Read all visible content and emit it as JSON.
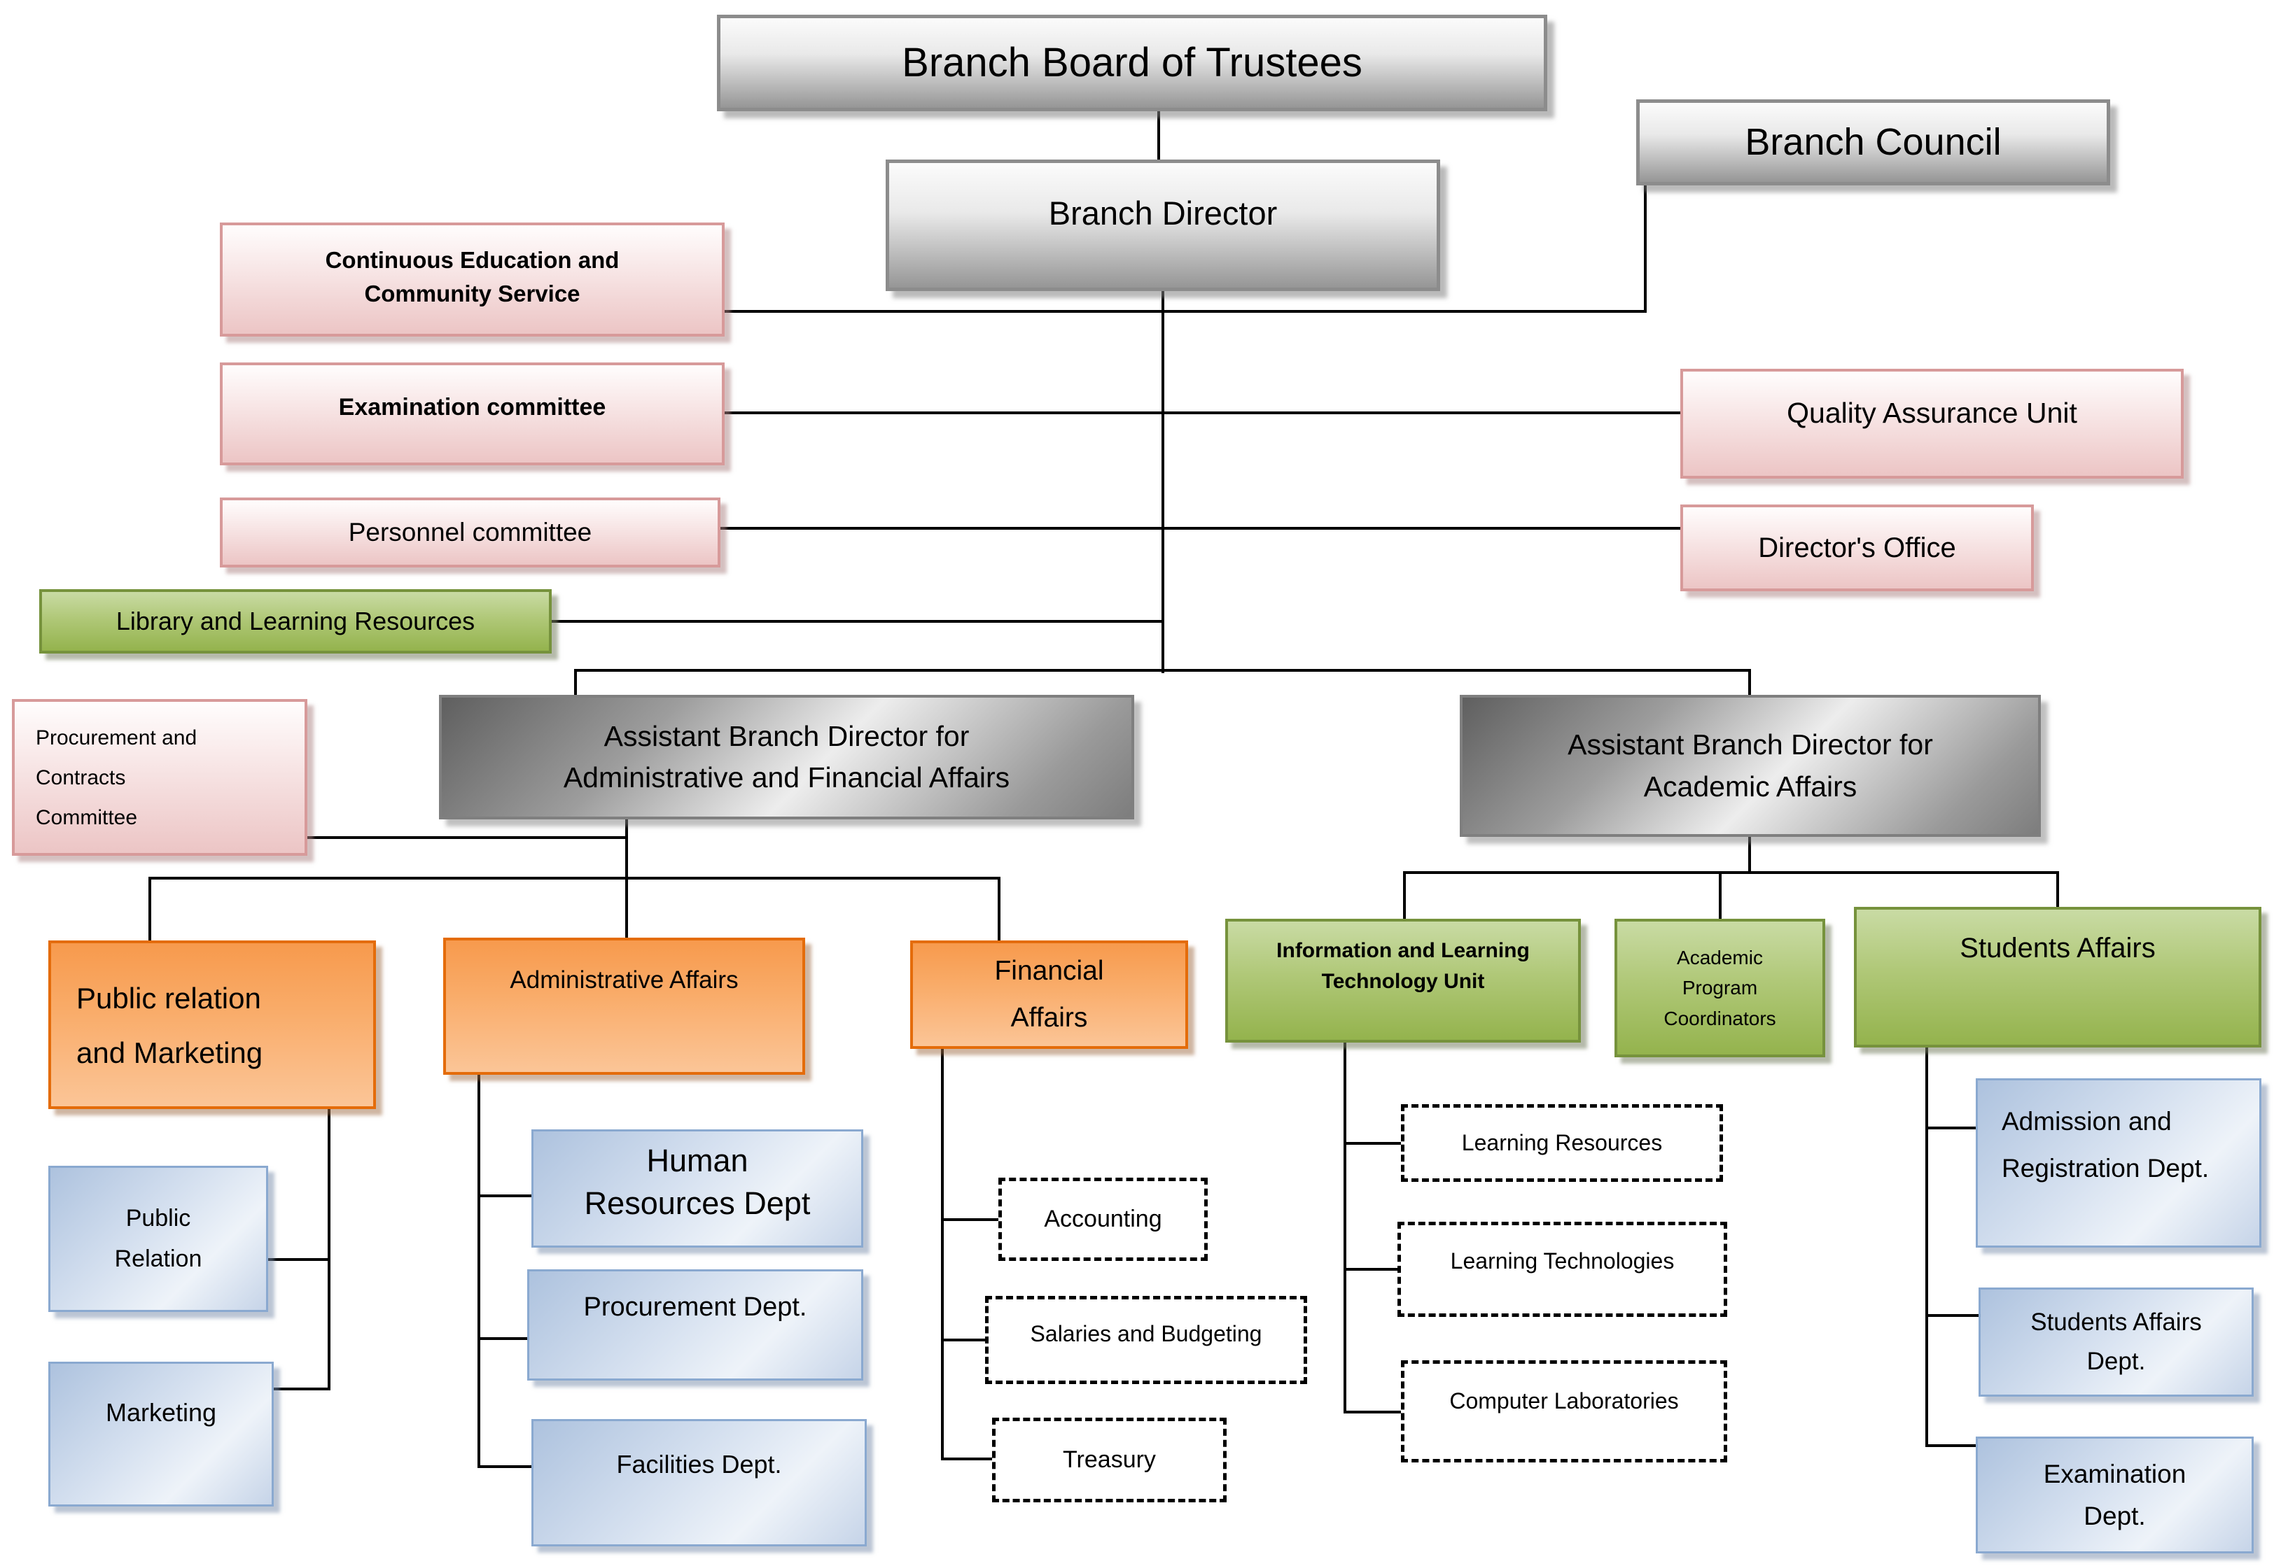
{
  "nodes": {
    "branch_board": {
      "label": "Branch Board of Trustees"
    },
    "branch_director": {
      "label": "Branch Director"
    },
    "branch_council": {
      "label": "Branch Council"
    },
    "continuous_education": {
      "label": "Continuous Education and\nCommunity Service"
    },
    "examination_committee": {
      "label": "Examination committee"
    },
    "personnel_committee": {
      "label": "Personnel committee"
    },
    "library": {
      "label": "Library and Learning Resources"
    },
    "procurement_committee": {
      "label": "Procurement and\nContracts\nCommittee"
    },
    "quality_assurance": {
      "label": "Quality Assurance Unit"
    },
    "directors_office": {
      "label": "Director's Office"
    },
    "asst_admin_financial": {
      "label": "Assistant Branch Director for\nAdministrative and Financial Affairs"
    },
    "asst_academic": {
      "label": "Assistant Branch Director for\nAcademic Affairs"
    },
    "public_relation_marketing": {
      "label": "Public relation\nand Marketing"
    },
    "administrative_affairs": {
      "label": "Administrative Affairs"
    },
    "financial_affairs": {
      "label": "Financial\nAffairs"
    },
    "info_learning_tech": {
      "label": "Information and Learning\nTechnology Unit"
    },
    "academic_coordinators": {
      "label": "Academic\nProgram\nCoordinators"
    },
    "students_affairs": {
      "label": "Students Affairs"
    },
    "public_relation": {
      "label": "Public\nRelation"
    },
    "marketing": {
      "label": "Marketing"
    },
    "human_resources": {
      "label": "Human\nResources Dept"
    },
    "procurement_dept": {
      "label": "Procurement Dept."
    },
    "facilities_dept": {
      "label": "Facilities Dept."
    },
    "accounting": {
      "label": "Accounting"
    },
    "salaries_budgeting": {
      "label": "Salaries and Budgeting"
    },
    "treasury": {
      "label": "Treasury"
    },
    "learning_resources": {
      "label": "Learning Resources"
    },
    "learning_technologies": {
      "label": "Learning Technologies"
    },
    "computer_laboratories": {
      "label": "Computer Laboratories"
    },
    "admission_registration": {
      "label": "Admission and\nRegistration Dept."
    },
    "students_affairs_dept": {
      "label": "Students Affairs\nDept."
    },
    "examination_dept": {
      "label": "Examination\nDept."
    }
  },
  "colors": {
    "pink_border": "#d79a9a",
    "green_border": "#76923c",
    "orange_border": "#e46c0a",
    "blue_border": "#8aa9d0",
    "gray_border": "#8c8c8c",
    "connector": "#000000"
  }
}
